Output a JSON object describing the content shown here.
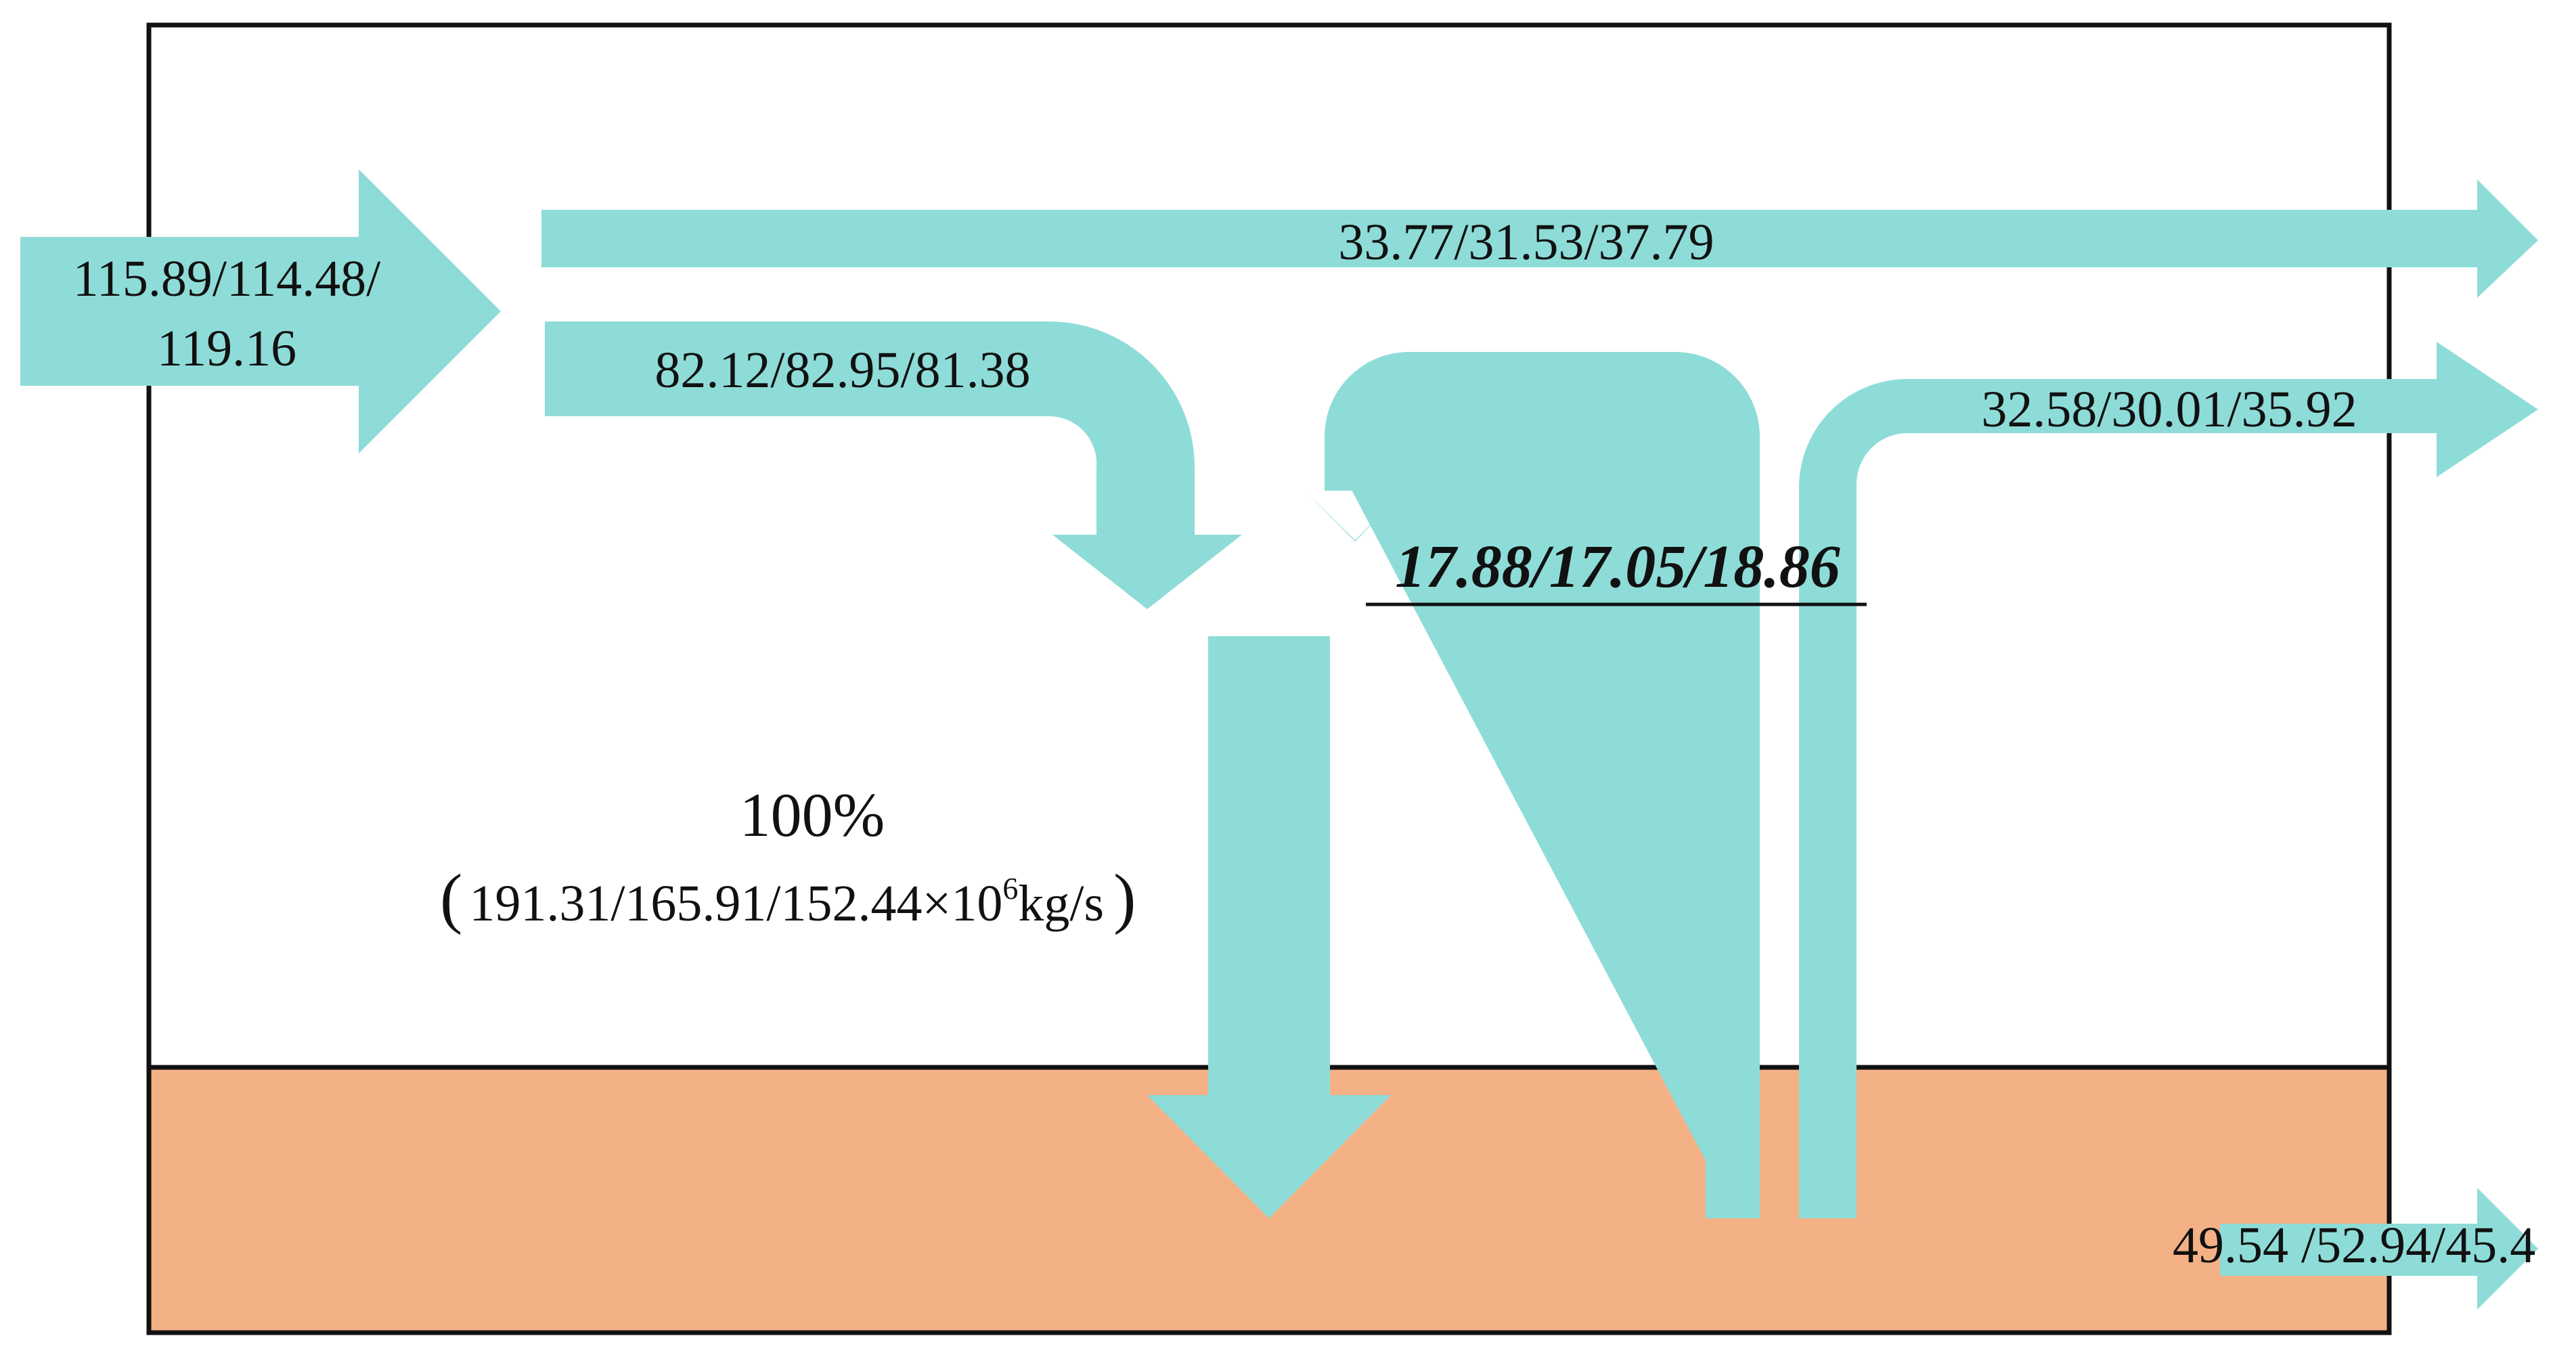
{
  "colors": {
    "flow": "#8edcd8",
    "ground": "#f3b185",
    "border": "#111111",
    "background": "#ffffff"
  },
  "flows": {
    "inflow": {
      "line1": "115.89/114.48/",
      "line2": "119.16"
    },
    "top_outflow": "33.77/31.53/37.79",
    "middle_branch": "82.12/82.95/81.38",
    "right_outflow": "32.58/30.01/35.92",
    "recycle": "17.88/17.05/18.86",
    "total": {
      "percent": "100%",
      "paren_open": "(",
      "value": "191.31/165.91/152.44×10",
      "exponent": "6",
      "unit": "kg/s",
      "paren_close": ")"
    },
    "ground_outflow": "49.54 /52.94/45.4"
  }
}
